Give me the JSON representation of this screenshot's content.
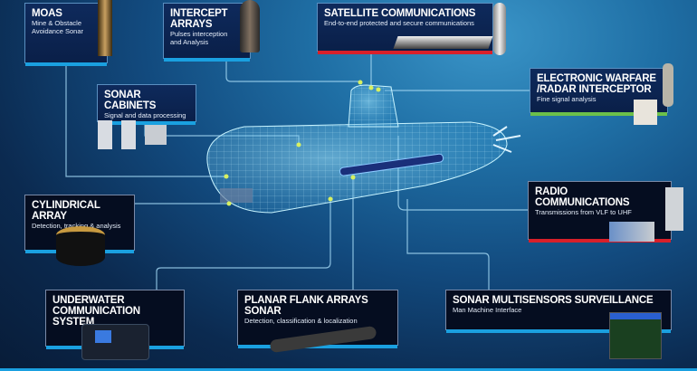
{
  "boxes": {
    "moas": {
      "title": "MOAS",
      "sub1": "Mine & Obstacle",
      "sub2": "Avoidance Sonar"
    },
    "intercept": {
      "title1": "INTERCEPT",
      "title2": "ARRAYS",
      "sub1": "Pulses interception",
      "sub2": "and Analysis"
    },
    "satellite": {
      "title": "SATELLITE COMMUNICATIONS",
      "sub": "End-to-end protected and secure communications"
    },
    "cabinets": {
      "title": "SONAR CABINETS",
      "sub": "Signal and data processing"
    },
    "ew": {
      "title1": "ELECTRONIC WARFARE",
      "title2": "/RADAR INTERCEPTOR",
      "sub": "Fine signal analysis"
    },
    "cylindrical": {
      "title": "CYLINDRICAL ARRAY",
      "sub": "Detection, tracking & analysis"
    },
    "radio": {
      "title": "RADIO COMMUNICATIONS",
      "sub": "Transmissions from VLF to UHF"
    },
    "underwater": {
      "title1": "UNDERWATER",
      "title2": "COMMUNICATION SYSTEM"
    },
    "planar": {
      "title": "PLANAR FLANK ARRAYS SONAR",
      "sub": "Detection, classification & localization"
    },
    "multisensor": {
      "title": "SONAR MULTISENSORS SURVEILLANCE",
      "sub": "Man Machine Interface"
    }
  },
  "colors": {
    "blue_stripe": "#1aa0e0",
    "red_stripe": "#d8202a",
    "green_stripe": "#6cc04a",
    "connector": "#9fd4f0",
    "node": "#d8f060"
  }
}
